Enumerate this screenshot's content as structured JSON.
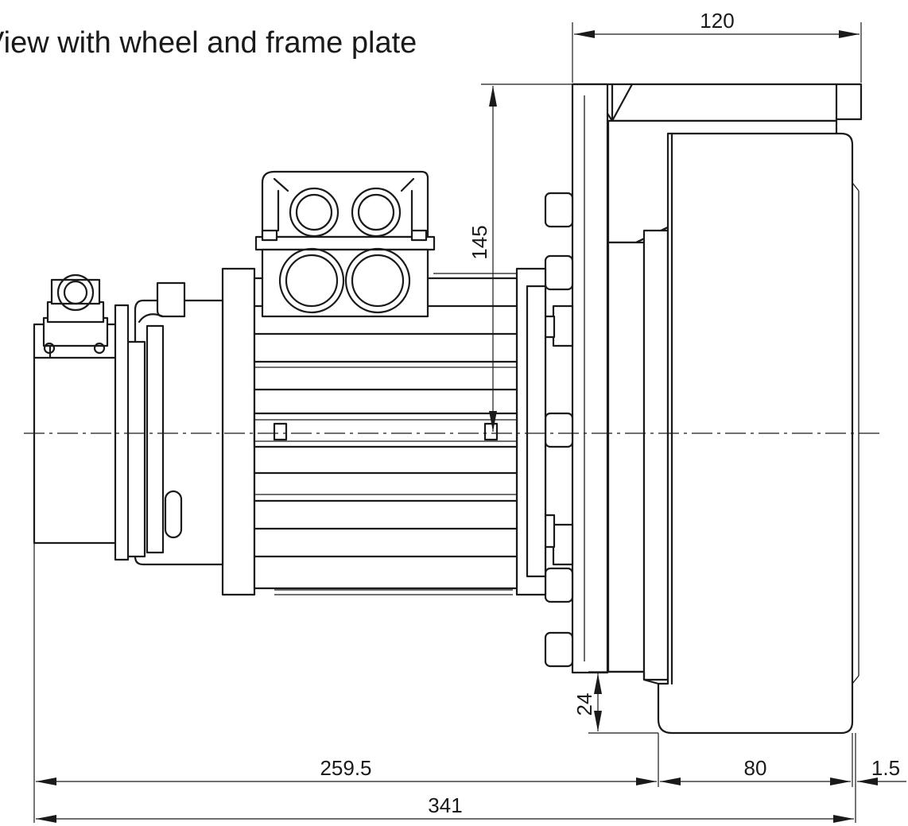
{
  "view": {
    "title": "View with wheel and frame plate"
  },
  "dimensions": {
    "wheel_width_total": "120",
    "height_axis_to_top": "145",
    "ground_clearance": "24",
    "encoder_to_wheel": "259.5",
    "wheel_width": "80",
    "offset": "1.5",
    "overall_length": "341"
  }
}
